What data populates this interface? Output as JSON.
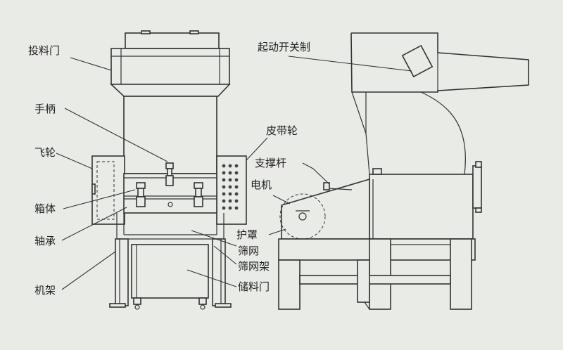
{
  "labels": {
    "feed_door": "投料门",
    "handle": "手柄",
    "flywheel": "飞轮",
    "box_body": "箱体",
    "bearing": "轴承",
    "frame": "机架",
    "pulley": "皮带轮",
    "support_rod": "支撑杆",
    "motor": "电机",
    "guard": "护罩",
    "screen": "筛网",
    "screen_frame": "筛网架",
    "storage_door": "储料门",
    "start_switch": "起动开关制"
  }
}
